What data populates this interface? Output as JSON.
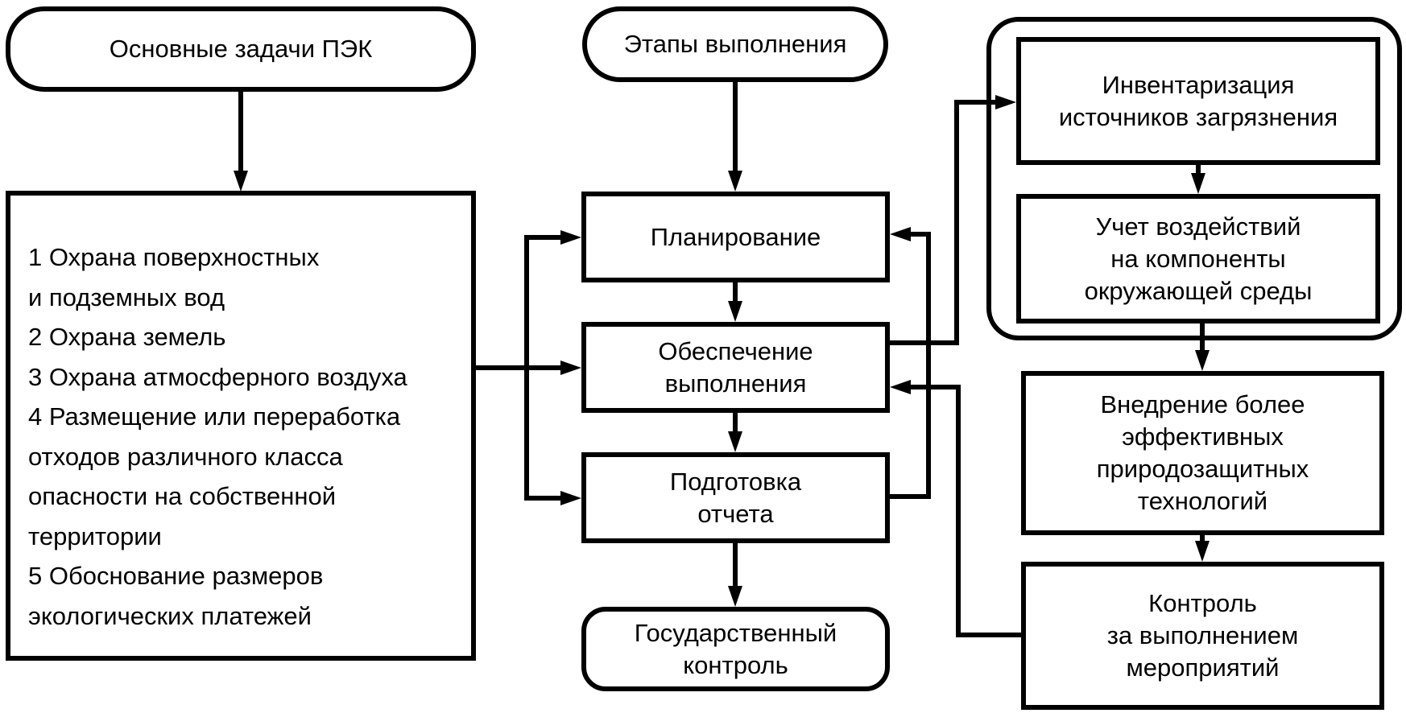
{
  "diagram": {
    "left_column": {
      "header": "Основные задачи ПЭК",
      "tasks": [
        "1 Охрана  поверхностных\nи подземных вод",
        "2 Охрана земель",
        "3 Охрана атмосферного воздуха",
        "4 Размещение или переработка\nотходов различного класса\nопасности на собственной\nтерритории",
        "5 Обоснование размеров\nэкологических платежей"
      ]
    },
    "middle_column": {
      "header": "Этапы выполнения",
      "stages": [
        "Планирование",
        "Обеспечение\nвыполнения",
        "Подготовка\nотчета"
      ],
      "final": "Государственный\nконтроль"
    },
    "right_column": {
      "group_items": [
        "Инвентаризация\nисточников загрязнения",
        "Учет воздействий\nна компоненты\nокружающей среды"
      ],
      "after_group": [
        "Внедрение более\nэффективных\nприродозащитных\nтехнологий",
        "Контроль\nза выполнением\nмероприятий"
      ]
    },
    "edges": [
      {
        "from": "Основные задачи ПЭК",
        "to": "tasks-box"
      },
      {
        "from": "Этапы выполнения",
        "to": "Планирование"
      },
      {
        "from": "tasks-box",
        "to": "Планирование"
      },
      {
        "from": "tasks-box",
        "to": "Обеспечение выполнения"
      },
      {
        "from": "tasks-box",
        "to": "Подготовка отчета"
      },
      {
        "from": "Планирование",
        "to": "Обеспечение выполнения"
      },
      {
        "from": "Обеспечение выполнения",
        "to": "Подготовка отчета"
      },
      {
        "from": "Подготовка отчета",
        "to": "Планирование"
      },
      {
        "from": "Подготовка отчета",
        "to": "Государственный контроль"
      },
      {
        "from": "Обеспечение выполнения",
        "to": "Инвентаризация источников загрязнения"
      },
      {
        "from": "Инвентаризация источников загрязнения",
        "to": "Учет воздействий на компоненты окружающей среды"
      },
      {
        "from": "right-group",
        "to": "Внедрение более эффективных природозащитных технологий"
      },
      {
        "from": "Внедрение более эффективных природозащитных технологий",
        "to": "Контроль за выполнением мероприятий"
      },
      {
        "from": "Контроль за выполнением мероприятий",
        "to": "Обеспечение выполнения"
      }
    ],
    "colors": {
      "stroke": "#000000",
      "background": "#ffffff",
      "text": "#000000"
    }
  }
}
